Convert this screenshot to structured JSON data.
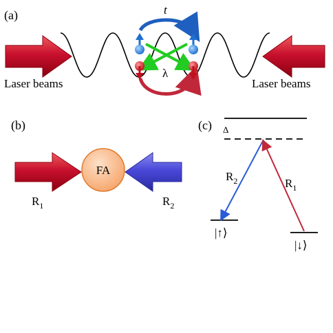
{
  "panels": {
    "a": {
      "label": "(a)",
      "left_text": "Laser beams",
      "right_text": "Laser beams",
      "tunneling_symbol": "t",
      "coupling_symbol": "λ"
    },
    "b": {
      "label": "(b)",
      "atom_text": "FA",
      "beam1": {
        "base": "R",
        "sub": "1"
      },
      "beam2": {
        "base": "R",
        "sub": "2"
      }
    },
    "c": {
      "label": "(c)",
      "detuning_symbol": "Δ",
      "transition1": {
        "base": "R",
        "sub": "1"
      },
      "transition2": {
        "base": "R",
        "sub": "2"
      },
      "state_up": "|↑⟩",
      "state_down": "|↓⟩"
    }
  },
  "colors": {
    "red_beam": "#c8102e",
    "blue_beam": "#4848d8",
    "blue_arc": "#1f5fbf",
    "red_arc": "#c0283a",
    "green": "#22cc22",
    "atom_fill": "#fbb98a",
    "atom_stroke": "#e07a2e"
  }
}
